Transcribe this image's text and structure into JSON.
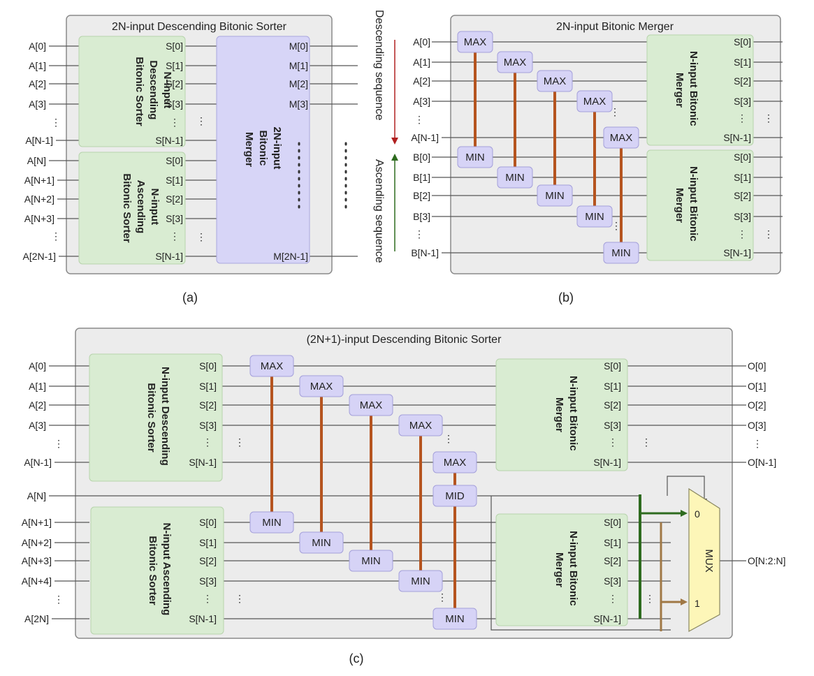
{
  "panel_a": {
    "title": "2N-input Descending Bitonic Sorter",
    "caption": "(a)",
    "top_sorter_label": [
      "N-input",
      "Descending",
      "Bitonic Sorter"
    ],
    "bottom_sorter_label": [
      "N-input",
      "Ascending",
      "Bitonic Sorter"
    ],
    "merger_label": [
      "2N-input",
      "Bitonic",
      "Merger"
    ],
    "inputs_top": [
      "A[0]",
      "A[1]",
      "A[2]",
      "A[3]",
      "⋮",
      "A[N-1]"
    ],
    "inputs_bottom": [
      "A[N]",
      "A[N+1]",
      "A[N+2]",
      "A[N+3]",
      "⋮",
      "A[2N-1]"
    ],
    "sorter_outputs": [
      "S[0]",
      "S[1]",
      "S[2]",
      "S[3]",
      "⋮",
      "S[N-1]"
    ],
    "merger_outputs": [
      "M[0]",
      "M[1]",
      "M[2]",
      "M[3]",
      "M[2N-1]"
    ]
  },
  "panel_b": {
    "title": "2N-input Bitonic Merger",
    "caption": "(b)",
    "desc_arrow": "Descending sequence",
    "asc_arrow": "Ascending sequence",
    "inputs_a": [
      "A[0]",
      "A[1]",
      "A[2]",
      "A[3]",
      "⋮",
      "A[N-1]"
    ],
    "inputs_b": [
      "B[0]",
      "B[1]",
      "B[2]",
      "B[3]",
      "⋮",
      "B[N-1]"
    ],
    "max": "MAX",
    "min": "MIN",
    "merger_label": [
      "N-input Bitonic",
      "Merger"
    ],
    "merger_outputs": [
      "S[0]",
      "S[1]",
      "S[2]",
      "S[3]",
      "⋮",
      "S[N-1]"
    ]
  },
  "panel_c": {
    "title": "(2N+1)-input Descending Bitonic Sorter",
    "caption": "(c)",
    "top_sorter_label": [
      "N-input Descending",
      "Bitonic Sorter"
    ],
    "bottom_sorter_label": [
      "N-input Ascending",
      "Bitonic Sorter"
    ],
    "merger_label": [
      "N-input Bitonic",
      "Merger"
    ],
    "inputs_top": [
      "A[0]",
      "A[1]",
      "A[2]",
      "A[3]",
      "⋮",
      "A[N-1]"
    ],
    "middle_input": "A[N]",
    "inputs_bottom": [
      "A[N+1]",
      "A[N+2]",
      "A[N+3]",
      "A[N+4]",
      "⋮",
      "A[2N]"
    ],
    "sorter_outputs": [
      "S[0]",
      "S[1]",
      "S[2]",
      "S[3]",
      "⋮",
      "S[N-1]"
    ],
    "outputs": [
      "O[0]",
      "O[1]",
      "O[2]",
      "O[3]",
      "⋮",
      "O[N-1]"
    ],
    "mux_output": "O[N:2:N]",
    "max": "MAX",
    "min": "MIN",
    "mid": "MID",
    "mux": "MUX",
    "mux_in0": "0",
    "mux_in1": "1"
  },
  "colors": {
    "orange_wire": "#b5541f",
    "green_wire": "#2e6b1f",
    "brown_wire": "#a07845",
    "mux_fill": "#fdf6b8"
  }
}
